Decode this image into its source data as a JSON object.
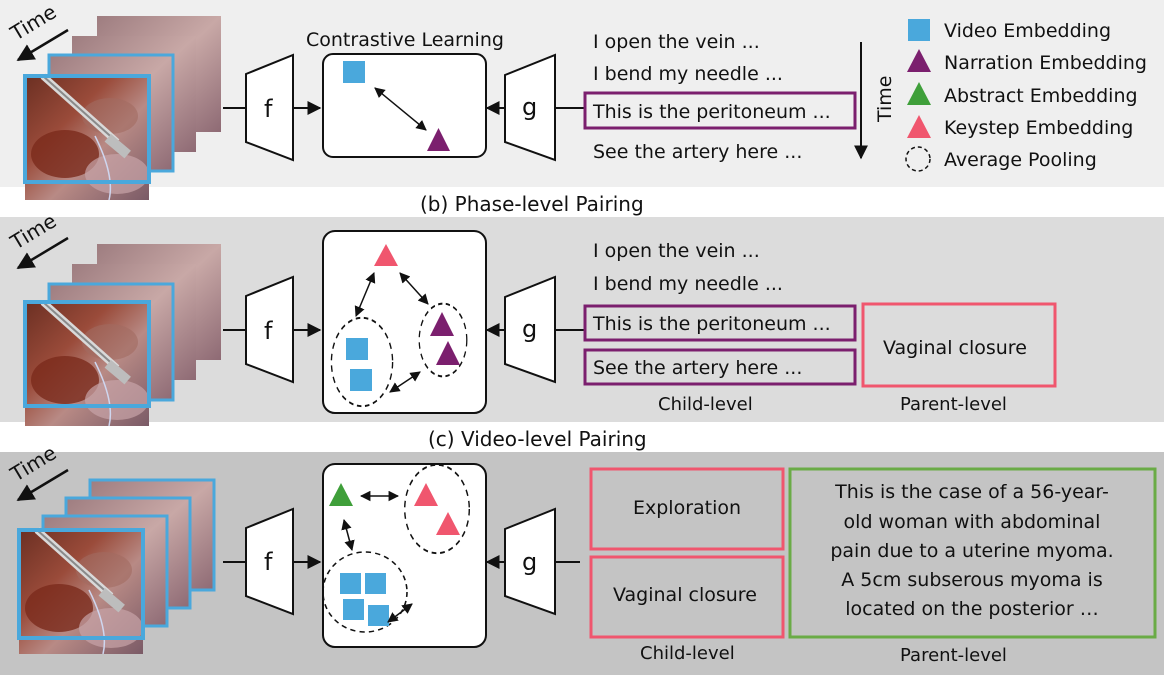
{
  "captions": {
    "phase": "(b) Phase-level Pairing",
    "video": "(c) Video-level Pairing"
  },
  "common": {
    "time_label": "Time",
    "encoder_video": "f",
    "encoder_text": "g"
  },
  "panel_a": {
    "box_title": "Contrastive Learning",
    "narrations": [
      "I open the vein ...",
      "I bend my needle ...",
      "This is the peritoneum ...",
      "See the artery here ..."
    ]
  },
  "panel_b": {
    "narrations": [
      "I open the vein ...",
      "I bend my needle ...",
      "This is the peritoneum ...",
      "See the artery here ..."
    ],
    "keystep": "Vaginal closure",
    "child_label": "Child-level",
    "parent_label": "Parent-level"
  },
  "panel_c": {
    "keysteps": [
      "Exploration",
      "Vaginal closure"
    ],
    "abstract_lines": [
      "This is the case of a 56-year-",
      "old woman with abdominal",
      "pain due to a uterine myoma.",
      "A 5cm subserous myoma is",
      "located on the posterior …"
    ],
    "child_label": "Child-level",
    "parent_label": "Parent-level"
  },
  "legend": {
    "items": [
      {
        "label": "Video Embedding",
        "shape": "square",
        "color": "#4aa8dc"
      },
      {
        "label": "Narration Embedding",
        "shape": "triangle",
        "color": "#7b1f6e"
      },
      {
        "label": "Abstract Embedding",
        "shape": "triangle",
        "color": "#3f9f3a"
      },
      {
        "label": "Keystep Embedding",
        "shape": "triangle",
        "color": "#f0566e"
      },
      {
        "label": "Average Pooling",
        "shape": "dashed-circle",
        "color": "#111111"
      }
    ]
  },
  "colors": {
    "panel_a_bg": "#efefef",
    "panel_b_bg": "#dcdcdc",
    "panel_c_bg": "#c4c4c4",
    "frame_border": "#4aa8dc",
    "narration_box": "#7b1f6e",
    "keystep_box": "#f0566e",
    "abstract_box": "#6aab46"
  }
}
